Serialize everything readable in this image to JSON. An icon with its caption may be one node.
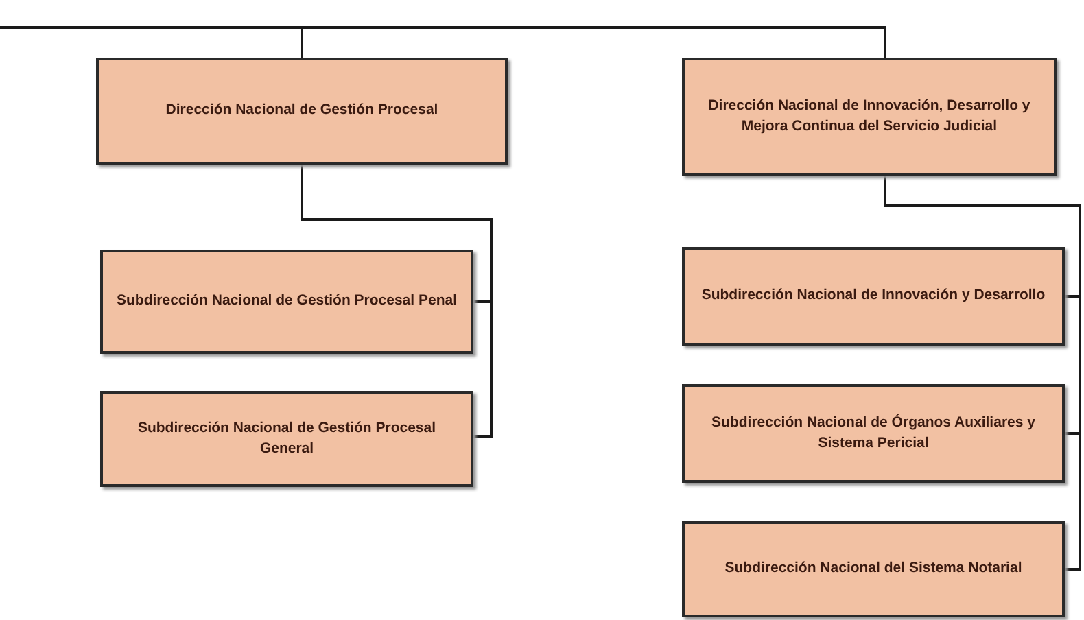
{
  "diagram": {
    "nodes": [
      {
        "text": [
          "Dirección Nacional de Gestión Procesal"
        ]
      },
      {
        "text": [
          "Dirección Nacional de Innovación, Desarrollo y Mejora Continua del Servicio Judicial"
        ]
      },
      {
        "text": [
          "Subdirección Nacional de Gestión Procesal Penal"
        ]
      },
      {
        "text": [
          "Subdirección Nacional de Gestión Procesal General"
        ]
      },
      {
        "text": [
          "Subdirección Nacional de Innovación y Desarrollo"
        ]
      },
      {
        "text": [
          "Subdirección Nacional de Órganos Auxiliares y Sistema Pericial"
        ]
      },
      {
        "text": [
          "Subdirección Nacional del Sistema Notarial"
        ]
      }
    ],
    "edges": [
      {
        "from": null,
        "to": 0,
        "arrow": "none"
      },
      {
        "from": null,
        "to": 1,
        "arrow": "none"
      },
      {
        "from": 0,
        "to": 2,
        "arrow": "none"
      },
      {
        "from": 0,
        "to": 3,
        "arrow": "none"
      },
      {
        "from": 1,
        "to": 4,
        "arrow": "none"
      },
      {
        "from": 1,
        "to": 5,
        "arrow": "none"
      },
      {
        "from": 1,
        "to": 6,
        "arrow": "none"
      }
    ]
  }
}
